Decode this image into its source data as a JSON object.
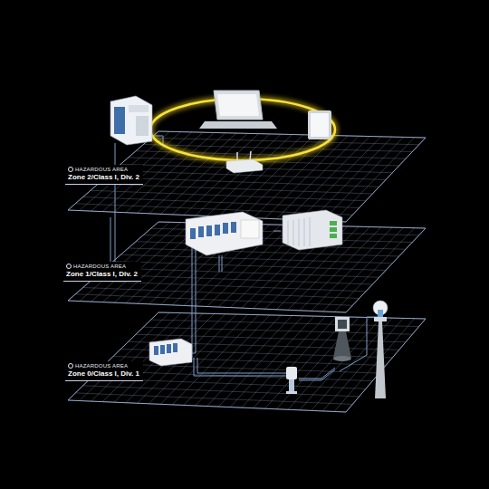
{
  "diagram": {
    "labels": [
      "HAZARDOUS AREA",
      "Zone 2/Class I, Div. 2",
      "HAZARDOUS AREA",
      "Zone 1/Class I, Div. 2",
      "HAZARDOUS AREA",
      "Zone 0/Class I, Div. 1"
    ]
  }
}
